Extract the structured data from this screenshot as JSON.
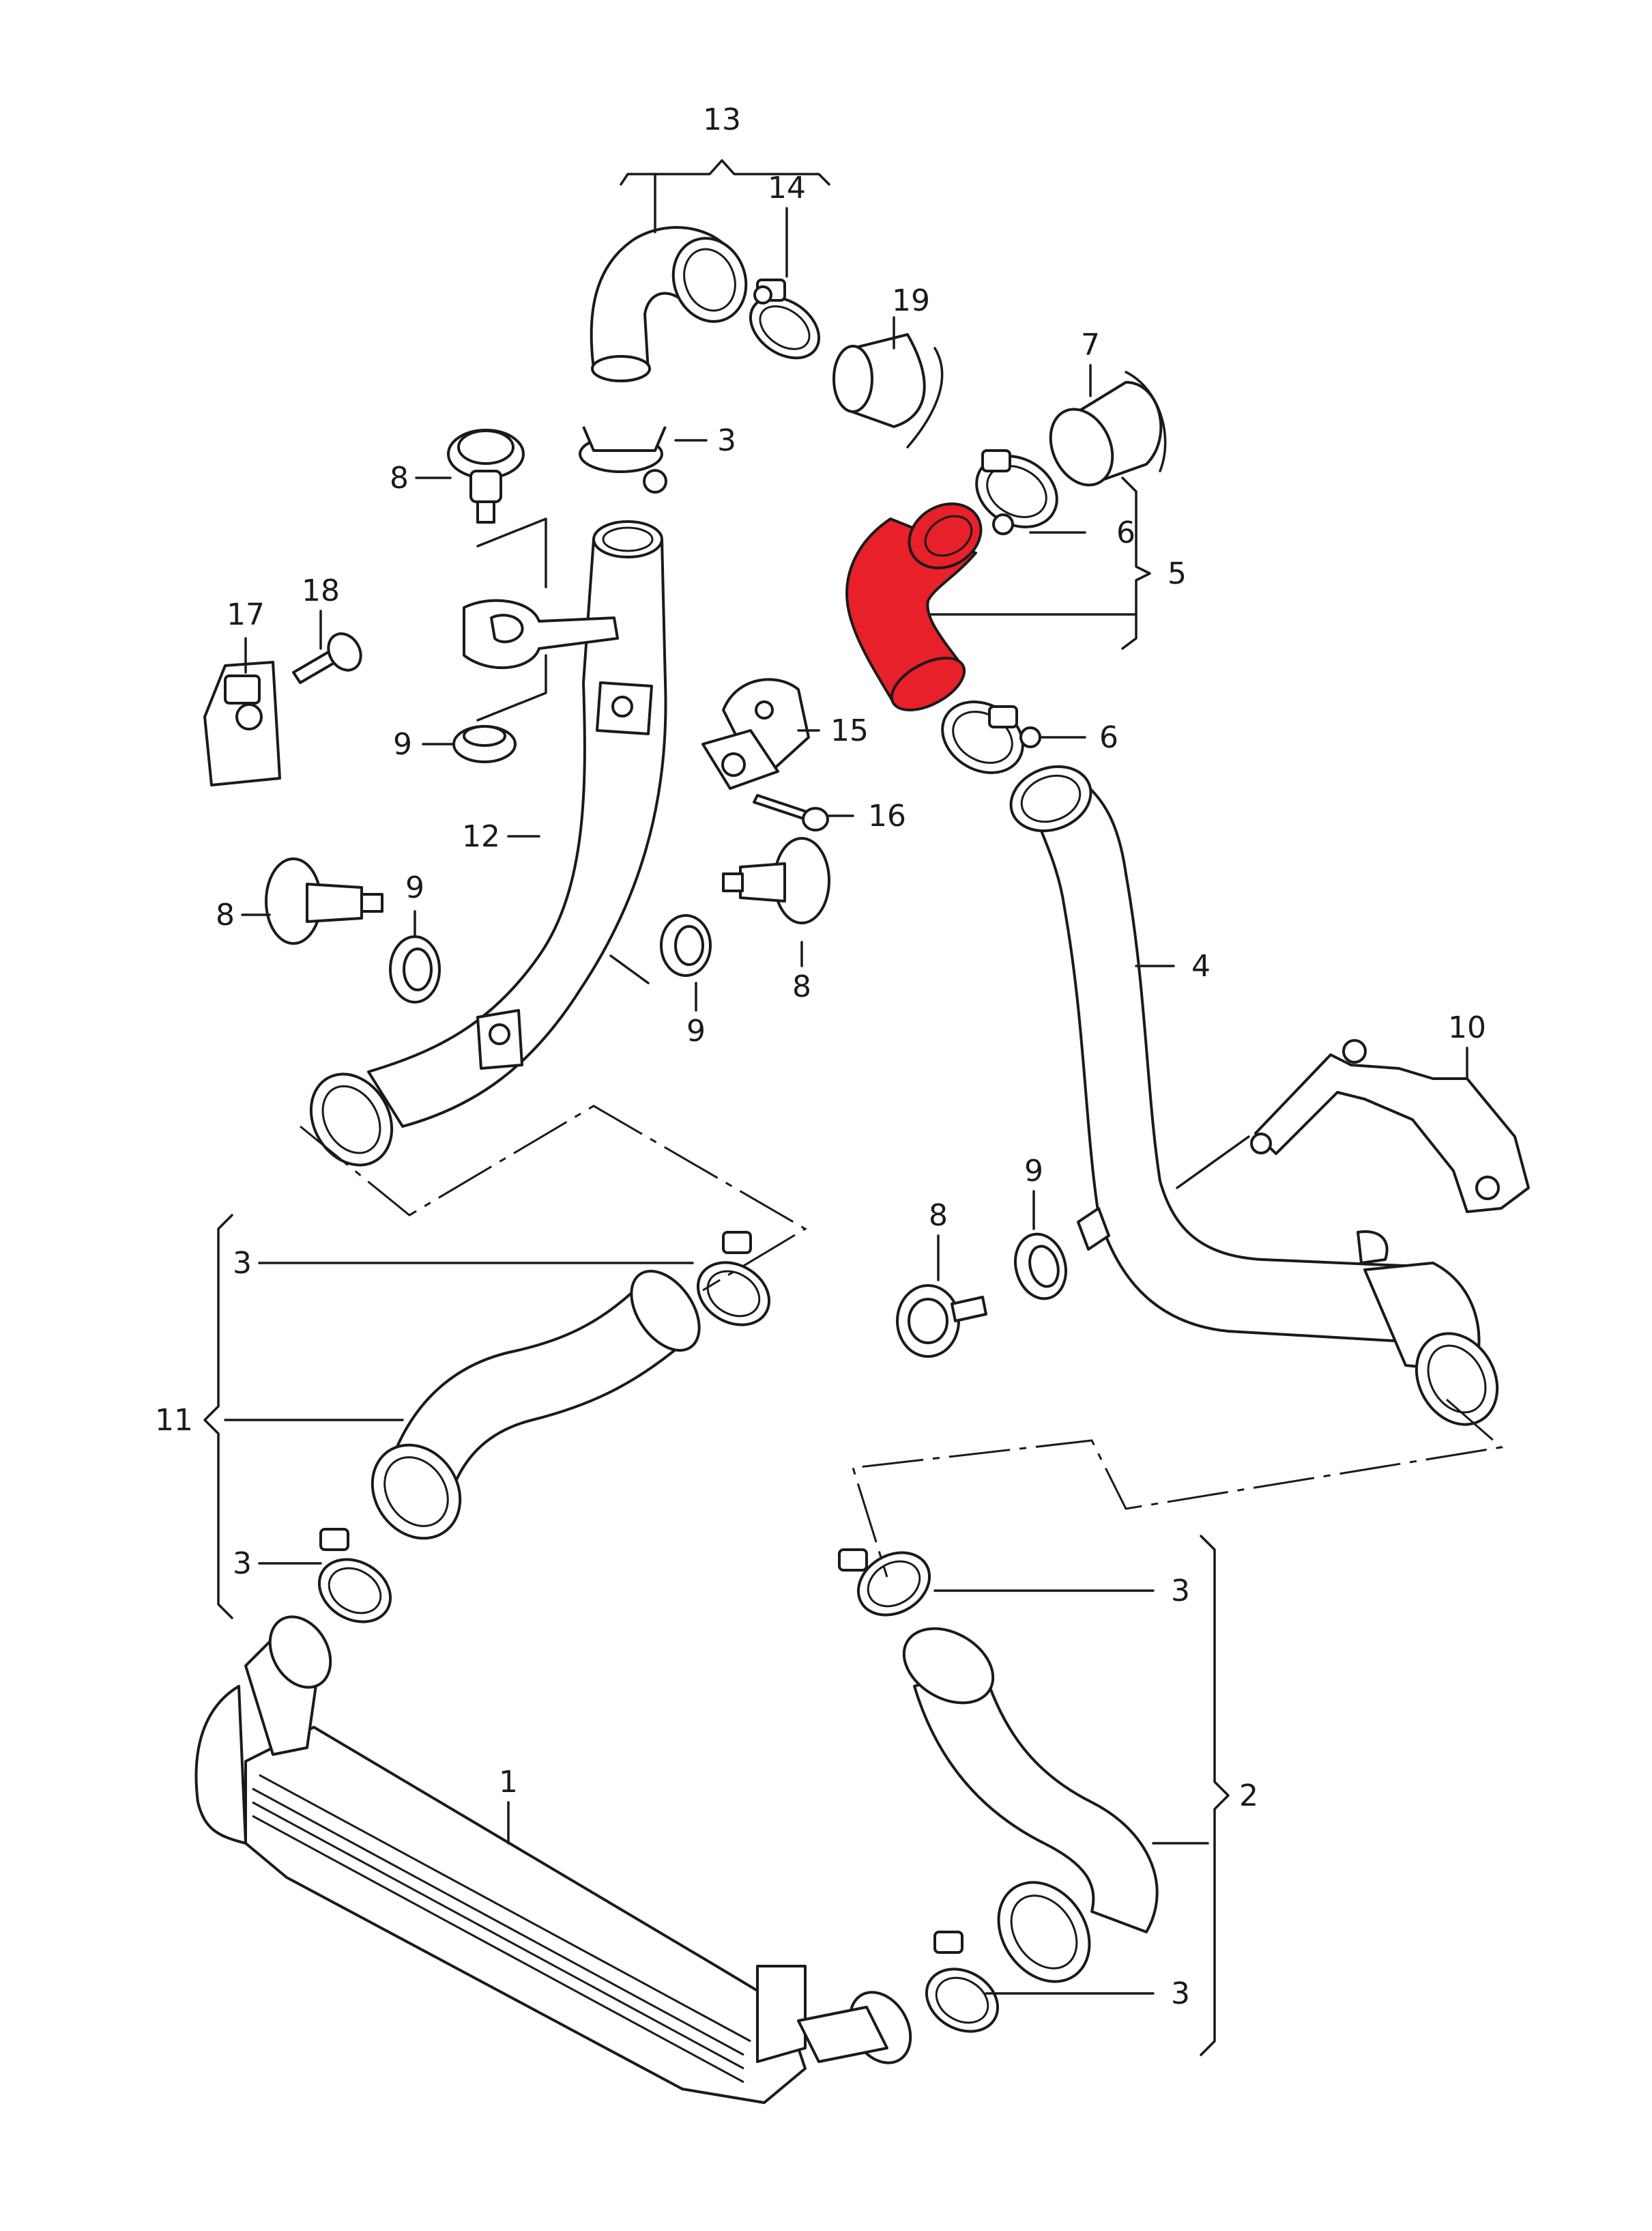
{
  "highlight_color": "#e8202a",
  "callouts": {
    "c1": "1",
    "c2": "2",
    "c3a": "3",
    "c3b": "3",
    "c3c": "3",
    "c3d": "3",
    "c3e": "3",
    "c4": "4",
    "c5": "5",
    "c6a": "6",
    "c6b": "6",
    "c7": "7",
    "c8a": "8",
    "c8b": "8",
    "c8c": "8",
    "c8d": "8",
    "c9a": "9",
    "c9b": "9",
    "c9c": "9",
    "c9d": "9",
    "c10": "10",
    "c11": "11",
    "c12": "12",
    "c13": "13",
    "c14": "14",
    "c15": "15",
    "c16": "16",
    "c17": "17",
    "c18": "18",
    "c19": "19"
  }
}
